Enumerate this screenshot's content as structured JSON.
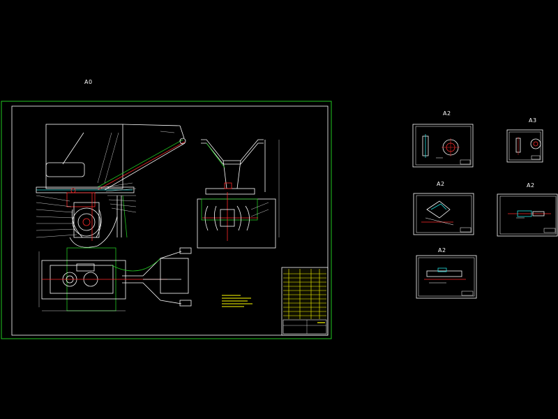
{
  "sheets": [
    {
      "label": "A0"
    },
    {
      "label": "A2"
    },
    {
      "label": "A3"
    },
    {
      "label": "A2"
    },
    {
      "label": "A2"
    },
    {
      "label": "A2"
    }
  ],
  "colors": {
    "background": "#000000",
    "frame_outer": "#22c922",
    "frame_inner": "#ffffff",
    "line_white": "#ffffff",
    "line_red": "#ff2a2a",
    "line_green": "#22c922",
    "line_cyan": "#22e0e0",
    "line_yellow": "#ffff00"
  }
}
